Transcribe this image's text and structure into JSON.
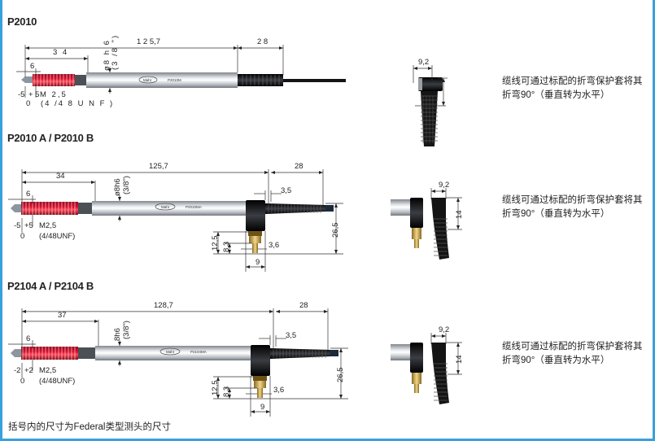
{
  "sections": [
    {
      "title": "P2010",
      "dims": {
        "overall": "1 2 5,7",
        "cable": "2 8",
        "grip": "3 4",
        "tip": "6",
        "diameter": "ø8 h 6",
        "diameter_inch": "(3 /8 \")",
        "minus": "-5",
        "plus": "+ 5",
        "zero": "0",
        "thread": "M  2,5",
        "thread_inch": "(4 /4 8 U N F )"
      },
      "engraving": {
        "brand": "Mahr",
        "model": "P2010M"
      },
      "side": {
        "width": "9,2"
      },
      "note_lines": [
        "缆线可通过标配的折弯保护套将其",
        "折弯90°（垂直转为水平）"
      ]
    },
    {
      "title": "P2010 A / P2010 B",
      "dims": {
        "overall": "125,7",
        "cable": "28",
        "grip": "34",
        "tip": "6",
        "diameter": "ø8h6",
        "diameter_inch": "(3/8\")",
        "minus": "-5",
        "plus": "+5",
        "zero": "0",
        "thread": "M2,5",
        "thread_inch": "(4/48UNF)",
        "offset": "3,5",
        "height": "26,5",
        "fitting_height": "12,5",
        "nipple_height": "8,3",
        "nipple_dia": "3,6",
        "block_width": "9"
      },
      "engraving": {
        "brand": "Mahr",
        "model": "P2010MA"
      },
      "side": {
        "width": "9,2",
        "height": "14"
      },
      "note_lines": [
        "缆线可通过标配的折弯保护套将其",
        "折弯90°（垂直转为水平）"
      ]
    },
    {
      "title": "P2104 A / P2104 B",
      "dims": {
        "overall": "128,7",
        "cable": "28",
        "grip": "37",
        "tip": "6",
        "diameter": "8h6",
        "diameter_inch": "(3/8\")",
        "minus": "-2",
        "plus": "+2",
        "zero": "0",
        "thread": "M2,5",
        "thread_inch": "(4/48UNF)",
        "offset": "3,5",
        "height": "26,5",
        "fitting_height": "12,5",
        "nipple_height": "8,3",
        "nipple_dia": "3,6",
        "block_width": "9"
      },
      "engraving": {
        "brand": "Mahr",
        "model": "P2104MA"
      },
      "side": {
        "width": "9,2",
        "height": "14"
      },
      "note_lines": [
        "缆线可通过标配的折弯保护套将其",
        "折弯90°（垂直转为水平）"
      ]
    }
  ],
  "footnote": "括号内的尺寸为Federal类型测头的尺寸",
  "colors": {
    "border": "#3aa0db",
    "bellows": "#d8102e",
    "body": "#c9cdd2",
    "boot": "#111111",
    "brass": "#c9a24a"
  }
}
